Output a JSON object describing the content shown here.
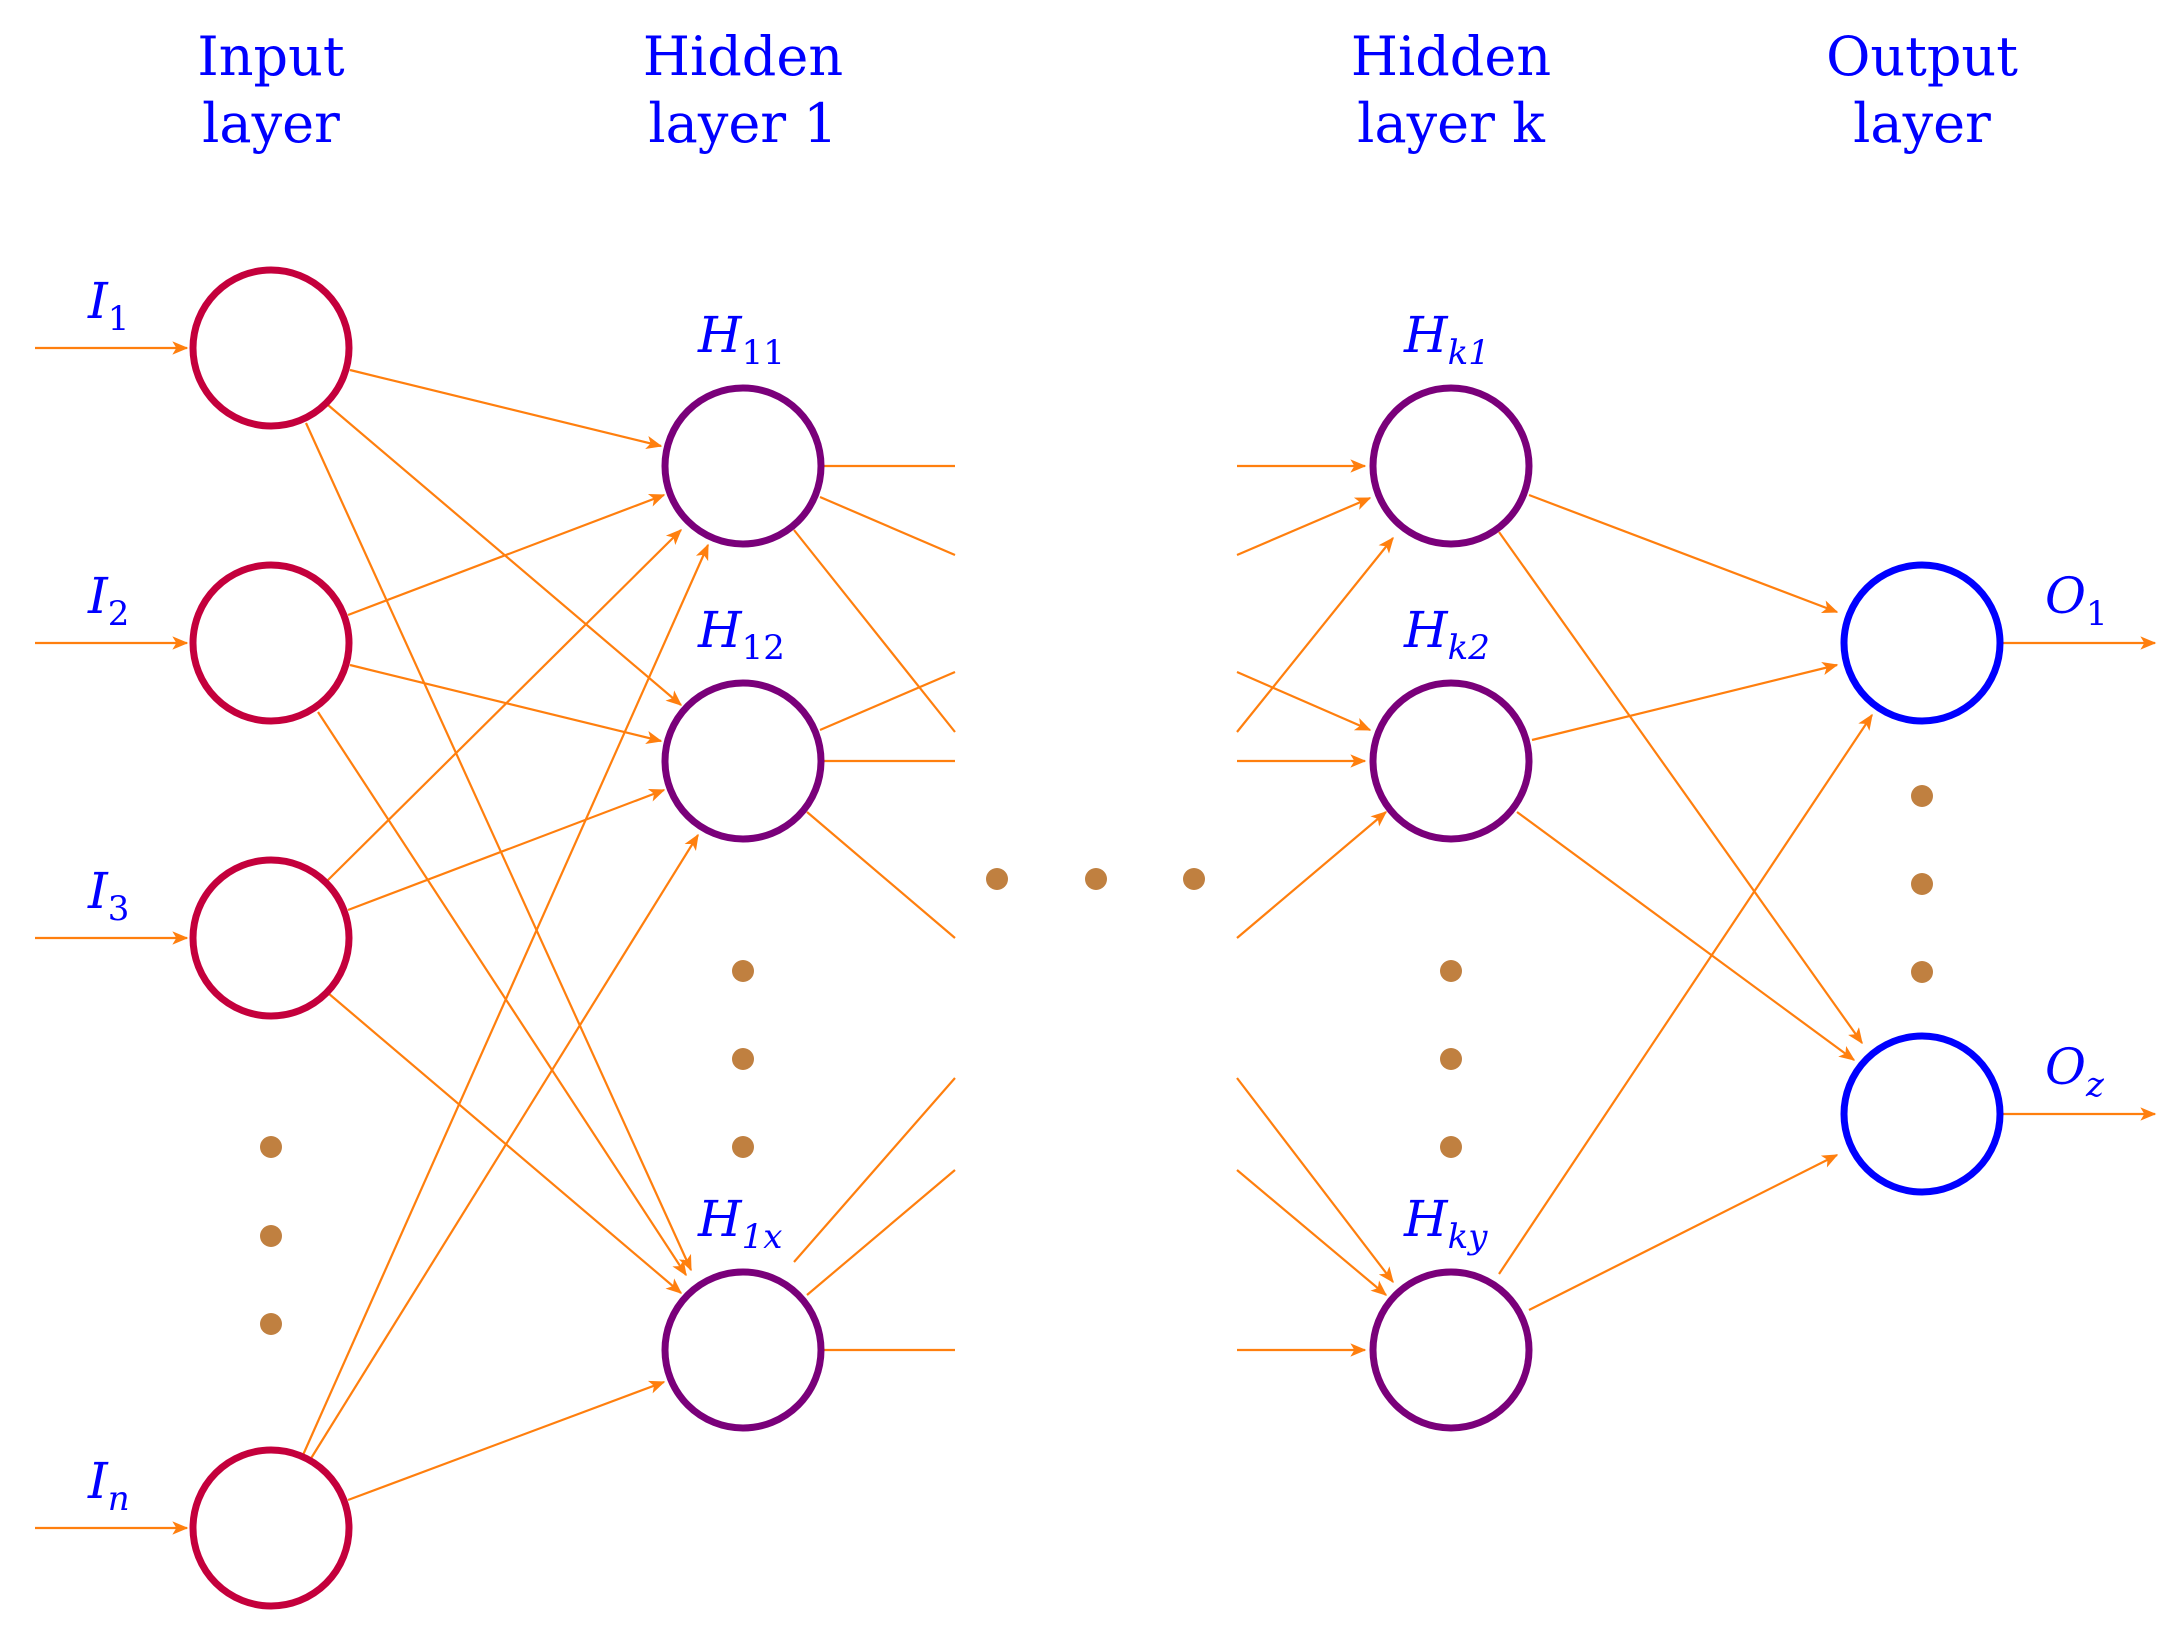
{
  "colors": {
    "text": "#0000ff",
    "edge": "#ff7f0e",
    "input_node": "#c4003c",
    "hidden_node": "#7a007a",
    "output_node": "#0000ff",
    "ellipsis_dot": "#c08040"
  },
  "layers": [
    {
      "title_line1": "Input",
      "title_line2": "layer"
    },
    {
      "title_line1": "Hidden",
      "title_line2": "layer 1"
    },
    {
      "title_line1": "Hidden",
      "title_line2": "layer k"
    },
    {
      "title_line1": "Output",
      "title_line2": "layer"
    }
  ],
  "input_nodes": [
    {
      "main": "I",
      "sub": "1"
    },
    {
      "main": "I",
      "sub": "2"
    },
    {
      "main": "I",
      "sub": "3"
    },
    {
      "main": "I",
      "sub": "n"
    }
  ],
  "hidden1_nodes": [
    {
      "main": "H",
      "sub": "11"
    },
    {
      "main": "H",
      "sub": "12"
    },
    {
      "main": "H",
      "sub": "1x"
    }
  ],
  "hiddenk_nodes": [
    {
      "main": "H",
      "sub": "k1"
    },
    {
      "main": "H",
      "sub": "k2"
    },
    {
      "main": "H",
      "sub": "ky"
    }
  ],
  "output_nodes": [
    {
      "main": "O",
      "sub": "1"
    },
    {
      "main": "O",
      "sub": "z"
    }
  ]
}
